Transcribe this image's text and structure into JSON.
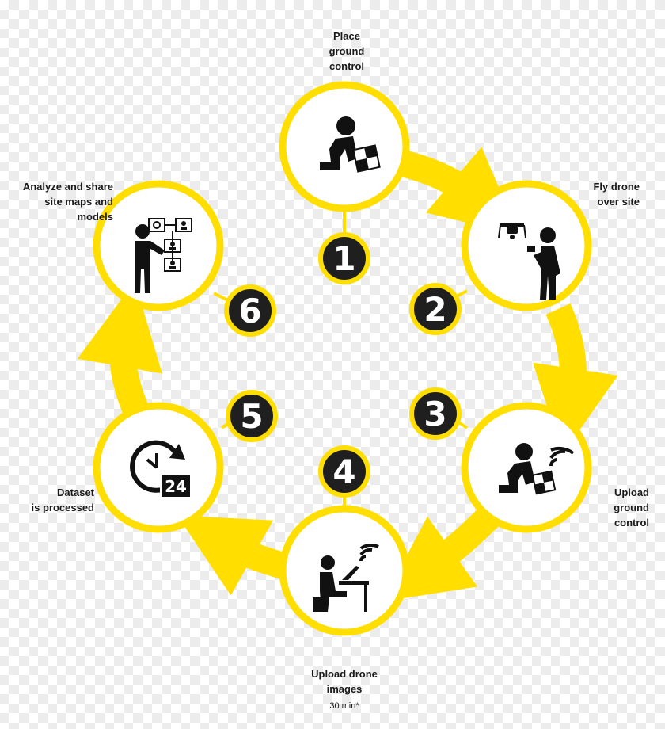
{
  "colors": {
    "accent": "#FFDE00",
    "ring": "#FFDE00",
    "badge": "#1f1f1f",
    "badge_text": "#ffffff",
    "icon": "#111111"
  },
  "steps": [
    {
      "number": "1",
      "label": "Place\nground\ncontrol",
      "icon": "kneeling-person-with-target-icon"
    },
    {
      "number": "2",
      "label": "Fly drone\nover site",
      "icon": "person-flying-drone-icon"
    },
    {
      "number": "3",
      "label": "Upload\nground\ncontrol",
      "icon": "kneeling-person-with-wireless-target-icon"
    },
    {
      "number": "4",
      "label": "Upload drone\nimages",
      "note": "30 min*",
      "icon": "person-at-laptop-with-wifi-icon"
    },
    {
      "number": "5",
      "label": "Dataset\nis processed",
      "icon": "clock-24-hours-icon"
    },
    {
      "number": "6",
      "label": "Analyze and share\nsite maps and\nmodels",
      "icon": "person-presenting-flowchart-icon"
    }
  ]
}
